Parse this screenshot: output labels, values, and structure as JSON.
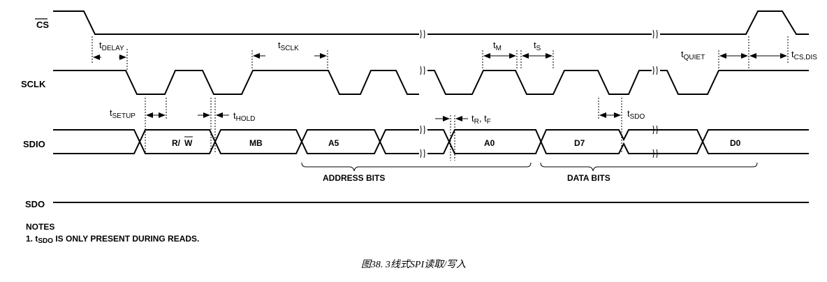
{
  "signals": {
    "cs": "CS",
    "sclk": "SCLK",
    "sdio": "SDIO",
    "sdo": "SDO"
  },
  "timing": {
    "delay": {
      "t": "t",
      "sub": "DELAY"
    },
    "sclk": {
      "t": "t",
      "sub": "SCLK"
    },
    "m": {
      "t": "t",
      "sub": "M"
    },
    "s": {
      "t": "t",
      "sub": "S"
    },
    "quiet": {
      "t": "t",
      "sub": "QUIET"
    },
    "csdis": {
      "t": "t",
      "sub": "CS,DIS"
    },
    "setup": {
      "t": "t",
      "sub": "SETUP"
    },
    "hold": {
      "t": "t",
      "sub": "HOLD"
    },
    "rf": {
      "t": "t",
      "sub1": "R",
      "mid": ", t",
      "sub2": "F"
    },
    "sdo": {
      "t": "t",
      "sub": "SDO"
    }
  },
  "bits": {
    "rw_r": "R/",
    "rw_w": "W",
    "mb": "MB",
    "a5": "A5",
    "a0": "A0",
    "d7": "D7",
    "d0": "D0"
  },
  "groups": {
    "address": "ADDRESS BITS",
    "data": "DATA BITS"
  },
  "notes": {
    "heading": "NOTES",
    "item1_prefix": "1. t",
    "item1_sub": "SDO",
    "item1_suffix": " IS ONLY PRESENT DURING READS."
  },
  "caption": "图38. 3线式SPI读取/写入"
}
